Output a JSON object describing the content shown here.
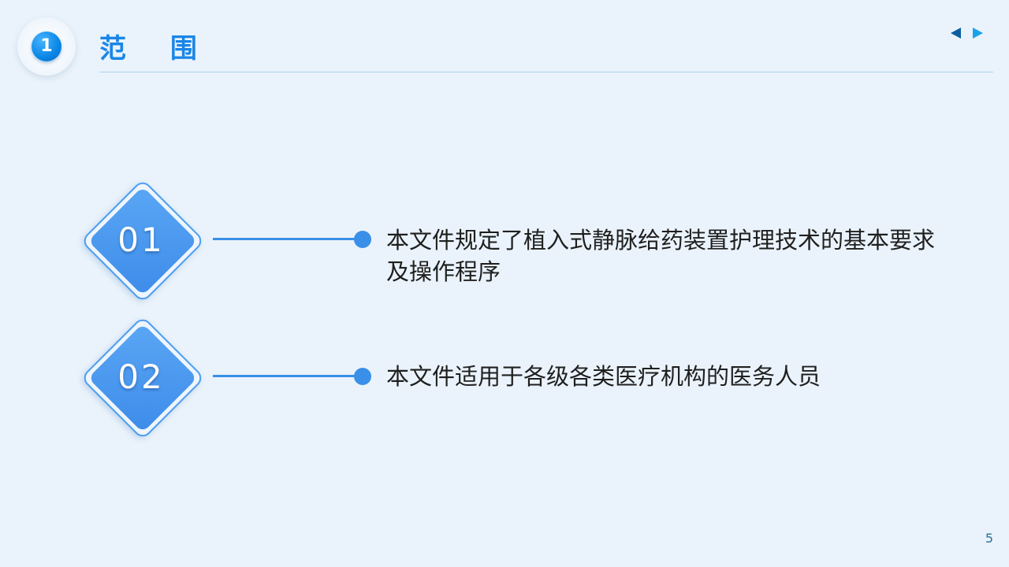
{
  "header": {
    "section_number": "1",
    "title": "范 围"
  },
  "nav": {
    "prev_icon": "triangle-left-icon",
    "next_icon": "triangle-right-icon"
  },
  "items": [
    {
      "number": "01",
      "text": "本文件规定了植入式静脉给药装置护理技术的基本要求及操作程序"
    },
    {
      "number": "02",
      "text": "本文件适用于各级各类医疗机构的医务人员"
    }
  ],
  "footer": {
    "page_number": "5"
  },
  "colors": {
    "accent": "#1a86e6",
    "diamond": "#3d8ce9",
    "background": "#eaf3fb"
  }
}
